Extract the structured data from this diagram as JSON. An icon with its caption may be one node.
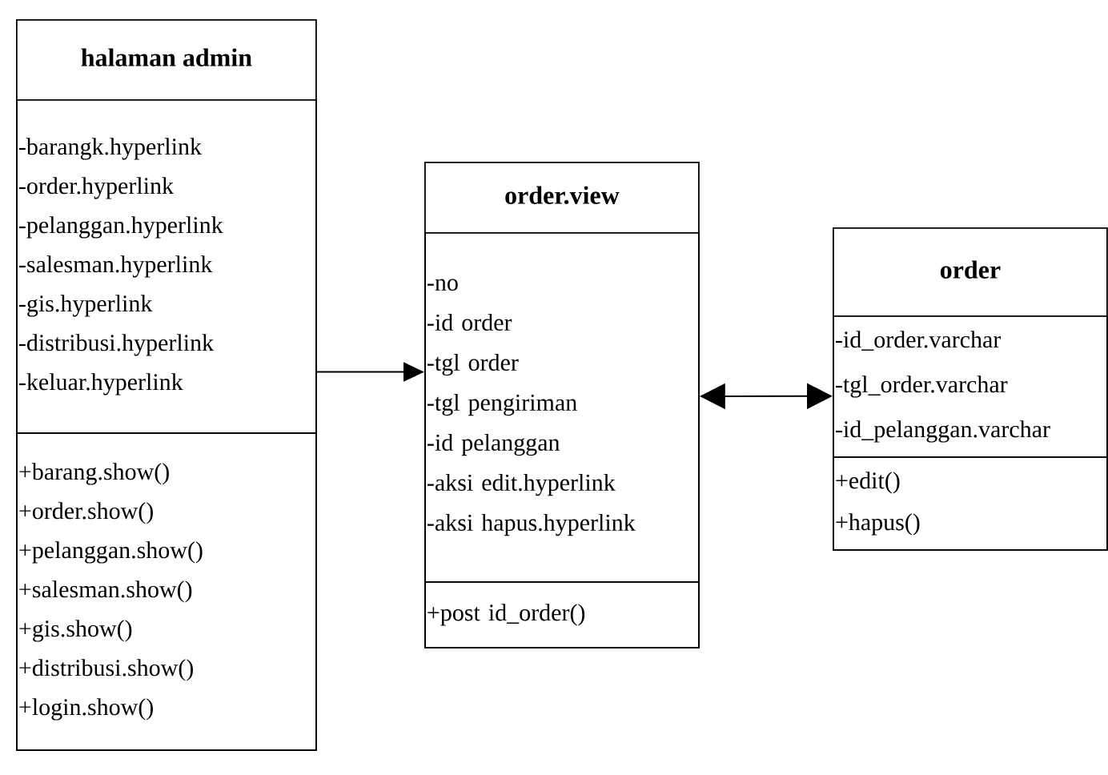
{
  "diagram": {
    "nodes": [
      {
        "text": [
          "halaman admin"
        ]
      },
      {
        "text": [
          "-barangk.hyperlink",
          "-order.hyperlink",
          "-pelanggan.hyperlink",
          "-salesman.hyperlink",
          "-gis.hyperlink",
          "-distribusi.hyperlink",
          "-keluar.hyperlink"
        ],
        "in": 0
      },
      {
        "text": [
          "+barang.show()",
          "+order.show()",
          "+pelanggan.show()",
          "+salesman.show()",
          "+gis.show()",
          "+distribusi.show()",
          "+login.show()"
        ],
        "in": 0
      },
      {
        "text": [
          "order.view"
        ]
      },
      {
        "text": [
          "-no",
          "-id order",
          "-tgl order",
          "-tgl pengiriman",
          "-id pelanggan",
          "-aksi edit.hyperlink",
          "-aksi hapus.hyperlink"
        ],
        "in": 3
      },
      {
        "text": [
          "+post id_order()"
        ],
        "in": 3
      },
      {
        "text": [
          "order"
        ]
      },
      {
        "text": [
          "-id_order.varchar",
          "-tgl_order.varchar",
          "-id_pelanggan.varchar"
        ],
        "in": 6
      },
      {
        "text": [
          "+edit()",
          "+hapus()"
        ],
        "in": 6
      }
    ],
    "edges": [
      {
        "from": 0,
        "to": 3,
        "arrow": "to"
      },
      {
        "from": 3,
        "to": 6,
        "arrow": "both"
      }
    ]
  }
}
